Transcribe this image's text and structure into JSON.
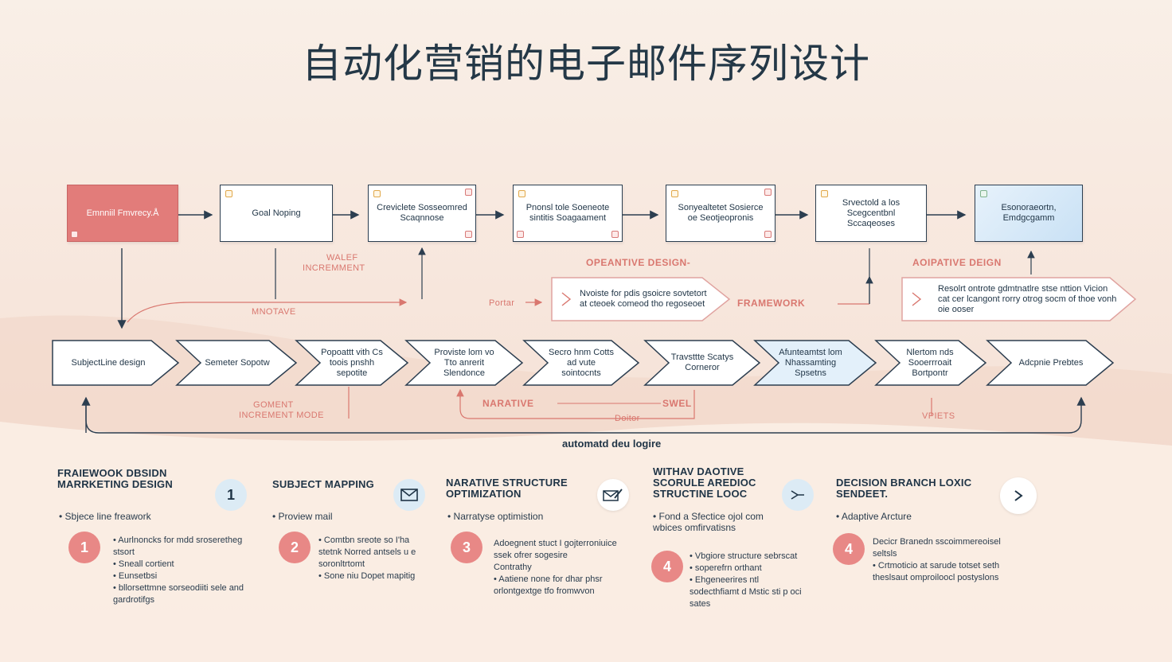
{
  "title": "自动化营销的电子邮件序列设计",
  "top_row": [
    {
      "label": "Emnniil Fmvrecy.Å"
    },
    {
      "label": "Goal Noping"
    },
    {
      "label": "Creviclete Sosseomred Scaqnnose"
    },
    {
      "label": "Pnonsl tole Soeneote sintitis Soagaament"
    },
    {
      "label": "Sonyealtetet Sosierce oe Seotjeopronis"
    },
    {
      "label": "Srvectold a los Scegcentbnl Sccaqeoses"
    },
    {
      "label": "Esonoraeortn, Emdgcgamm"
    }
  ],
  "upper_labels": {
    "valef": "WALEF",
    "incremment": "INCREMMENT",
    "mnotave": "MNOTAVE",
    "portar": "Portar",
    "opeantive": "OPEANTIVE DESIGN-",
    "framework": "FRAMEWORK",
    "aoiative": "AOIPATIVE DEIGN"
  },
  "callouts": [
    {
      "text": "Nvoiste for pdis gsoicre sovtetort at cteoek comeod tho regoseoet"
    },
    {
      "text": "Resolrt ontrote gdmtnatlre stse nttion Vicion cat cer lcangont rorry otrog socm of thoe vonh oie ooser"
    }
  ],
  "middle_row": [
    {
      "label": "SubjectLine design"
    },
    {
      "label": "Semeter Sopotw"
    },
    {
      "label": "Popoattt vith Cs toois pnshh sepotite"
    },
    {
      "label": "Proviste lom vo Tto anrerit Slendonce"
    },
    {
      "label": "Secro hnm Cotts ad vute sointocnts"
    },
    {
      "label": "Travsttte Scatys Corneror"
    },
    {
      "label": "Afunteamtst lom Nhassamting Spsetns"
    },
    {
      "label": "Nlertom nds Sooerrroait Bortpontr"
    },
    {
      "label": "Adcpnie Prebtes"
    }
  ],
  "lower_labels": {
    "goment": "GOMENT",
    "incremment_mode": "INCREMENT MODE",
    "narative": "NARATIVE",
    "swel": "SWEL",
    "doitor": "Doitor",
    "vpiets": "VPIETS",
    "loop": "automatd deu logire"
  },
  "sections": [
    {
      "title": "FRAIEWOOK DBSIDN MARRKETING DESIGN",
      "sub": "• Sbjece line freawork",
      "num": "1",
      "bullets": [
        "• Aurlnoncks for mdd sroseretheg stsort",
        "• Sneall cortient",
        "• Eunsetbsi",
        "• bllorsettmne sorseodiiti sele and gardrotifgs"
      ]
    },
    {
      "title": "SUBJECT MAPPING",
      "sub": "• Proview mail",
      "num": "2",
      "bullets": [
        "• Comtbn sreote so I'ha stetnk Norred antsels u e soronltrtomt",
        "• Sone niu Dopet mapitig"
      ]
    },
    {
      "title": "NARATIVE STRUCTURE OPTIMIZATION",
      "sub": "• Narratyse optimistion",
      "num": "3",
      "bullets": [
        "Adoegnent stuct I gojterroniuice ssek ofrer sogesire",
        "Contrathy",
        "• Aatiene none for dhar phsr orlontgextge tfo fromwvon"
      ]
    },
    {
      "title": "WITHAV DAOTIVE SCORULE AREDIOC STRUCTINE LOOC",
      "sub": "• Fond a Sfectice ojol com wbices omfirvatisns",
      "num": "4",
      "bullets": [
        "• Vbgiore structure sebrscat",
        "• soperefrn orthant",
        "• Ehgeneerires ntl sodecthfiamt d Mstic sti p oci sates"
      ]
    },
    {
      "title": "DECISION BRANCH LOXIC SENDEET.",
      "sub": "• Adaptive Arcture",
      "num": "4",
      "bullets": [
        "Decicr Branedn sscoimmereoisel seltsls",
        "• Crtmoticio at sarude totset seth theslsaut omproiloocl postyslons"
      ]
    }
  ],
  "icons": [
    "envelope-icon",
    "edit-envelope-icon",
    "split-arrow-icon",
    "chevron-right-icon"
  ]
}
